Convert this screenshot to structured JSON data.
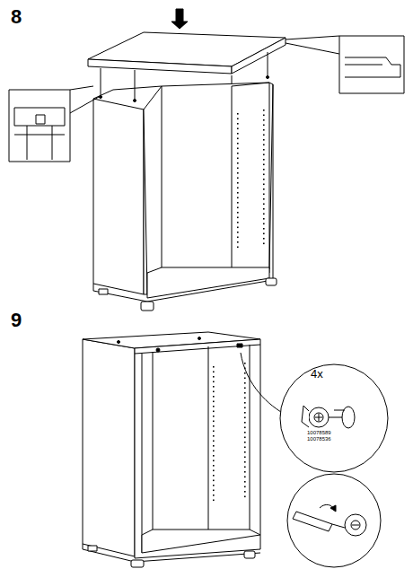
{
  "diagram": {
    "labels": [
      "8",
      "9",
      "4x",
      "10078589",
      "10078536"
    ]
  }
}
